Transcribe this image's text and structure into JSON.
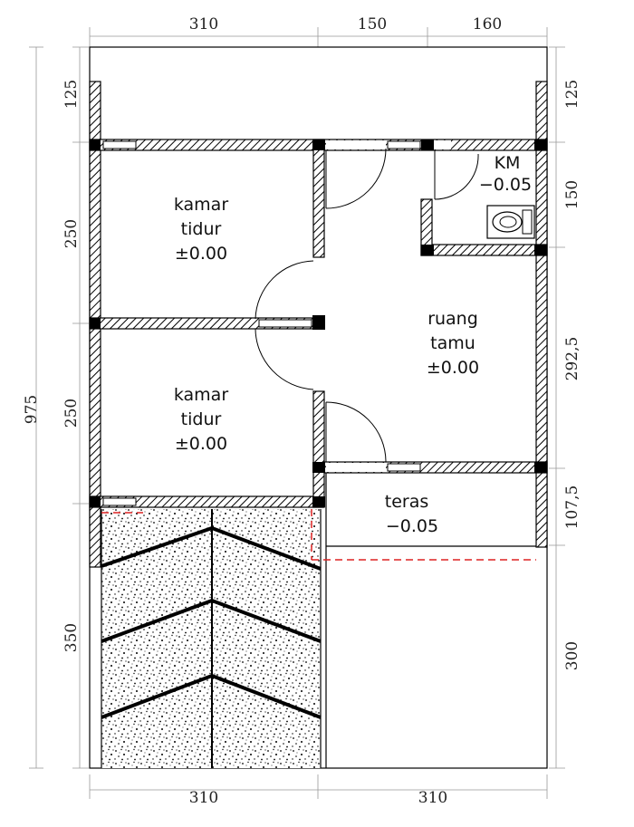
{
  "plan": {
    "top_dims": [
      "310",
      "150",
      "160"
    ],
    "bottom_dims": [
      "310",
      "310"
    ],
    "left_dims": [
      "125",
      "250",
      "250",
      "350"
    ],
    "left_total": "975",
    "right_dims": [
      "125",
      "150",
      "292,5",
      "107,5",
      "300"
    ],
    "rooms": {
      "bedroom_1": {
        "line1": "kamar",
        "line2": "tidur",
        "line3": "±0.00"
      },
      "bedroom_2": {
        "line1": "kamar",
        "line2": "tidur",
        "line3": "±0.00"
      },
      "living": {
        "line1": "ruang",
        "line2": "tamu",
        "line3": "±0.00"
      },
      "bathroom": {
        "line1": "KM",
        "line2": "−0.05"
      },
      "terrace": {
        "line1": "teras",
        "line2": "−0.05"
      }
    }
  }
}
